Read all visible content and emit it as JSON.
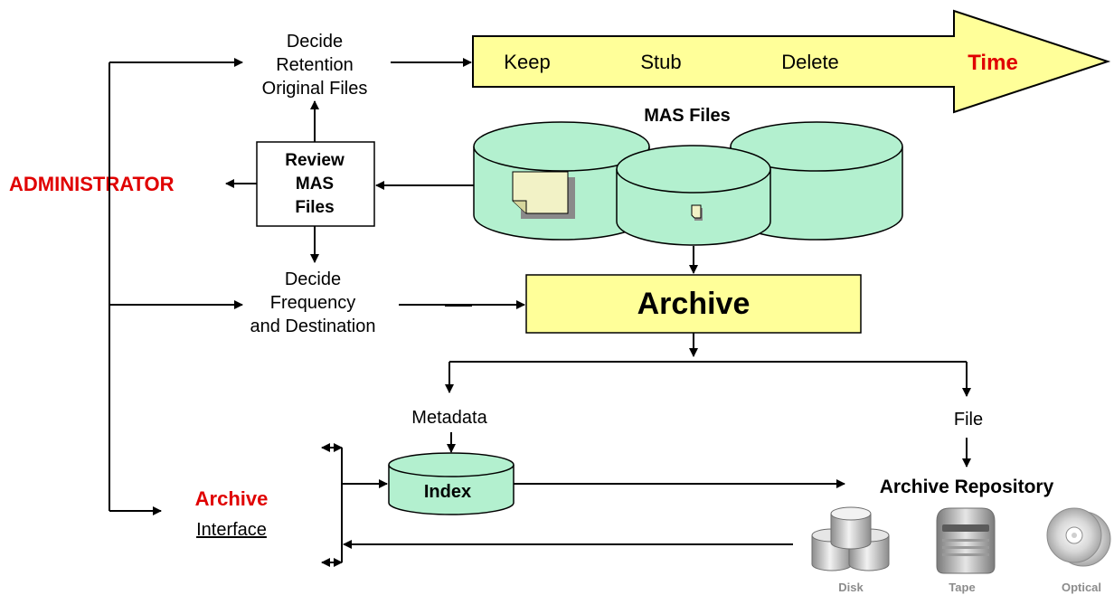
{
  "timeline": {
    "keep": "Keep",
    "stub": "Stub",
    "delete": "Delete",
    "time": "Time"
  },
  "decide_retention": {
    "line1": "Decide",
    "line2": "Retention",
    "line3": "Original Files"
  },
  "review_box": {
    "line1": "Review",
    "line2": "MAS",
    "line3": "Files"
  },
  "administrator": "ADMINISTRATOR",
  "decide_frequency": {
    "line1": "Decide",
    "line2": "Frequency",
    "line3": "and Destination"
  },
  "mas_files": "MAS Files",
  "archive": "Archive",
  "metadata": "Metadata",
  "file": "File",
  "index": "Index",
  "archive_interface": {
    "line1": "Archive",
    "line2": "Interface"
  },
  "archive_repository": "Archive Repository",
  "media": {
    "disk": "Disk",
    "tape": "Tape",
    "optical": "Optical"
  },
  "colors": {
    "arrow_fill": "#ffff99",
    "box_fill": "#ffff99",
    "cylinder_fill": "#b3f0cf",
    "accent_red": "#e00000",
    "media_gray": "#8c8c8c"
  },
  "icons": {
    "timeline": "fat-right-arrow",
    "mas_files": "cylinder-stack-icon",
    "index": "database-cylinder-icon",
    "disk": "disk-stack-icon",
    "tape": "tape-drive-icon",
    "optical": "optical-disc-icon"
  }
}
